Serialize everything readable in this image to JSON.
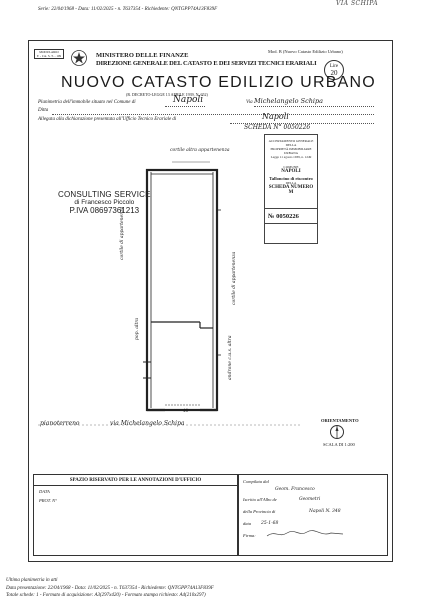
{
  "header": {
    "top_line": "Serie: 22/04/1968 - Data: 11/02/2025 - n. T637354 - Richiedente: QNTGPP74A13F839F",
    "corner_handwritten": "VIA SCHIPA",
    "ministry_box": "MODULARIO\nF. - Cat. S. T. - 109",
    "ministry_line1": "MINISTERO DELLE FINANZE",
    "ministry_line2": "DIREZIONE GENERALE DEL CATASTO E DEI SERVIZI TECNICI ERARIALI",
    "mod_label": "Mod. B (Nuovo Catasto Edilizio Urbano)",
    "lire_label": "Lire",
    "lire_value": "20",
    "main_title": "NUOVO CATASTO EDILIZIO URBANO",
    "decree": "(R. DECRETO-LEGGE 13 APRILE 1939, N. 652)",
    "planimetria_label": "Planimetria dell'immobile situato nel Comune di",
    "comune_value": "Napoli",
    "via_label": "Via",
    "via_value": "Michelangelo Schipa",
    "ditta_label": "Ditta",
    "allegata_label": "Allegata alla dichiarazione presentata all'Ufficio Tecnico Erariale di",
    "allegata_value": "Napoli",
    "scheda_handwritten": "SCHEDA N° 0050226",
    "orientamento": "ORIENTAMENTO",
    "scala": "SCALA DI 1:200"
  },
  "stamp": {
    "line1": "ACCERTAMENTO GENERALE DELLA",
    "line2": "PROPRIETÀ IMMOBILIARE URBANA",
    "line3": "Legge 11 agosto 1939, n. 1249",
    "comune_label": "COMUNE",
    "comune_value": "NAPOLI",
    "talloncino": "Talloncino di riscontro",
    "della": "DELLA",
    "scheda_numero": "SCHEDA NUMERO",
    "m": "M",
    "number": "№ 0050226"
  },
  "consulting": {
    "title": "CONSULTING SERVICE",
    "name": "di Francesco Piccolo",
    "piva": "P.IVA 08697361213"
  },
  "plan": {
    "top_label": "cortile  altra  appartenenza",
    "left_label": "cortile di appartenenza",
    "right_label": "cortile di appartenenza",
    "mid_left_label": "pop. altra",
    "mid_right_label": "androne c.u.s. altra",
    "height_marker": "46",
    "floor_label": "pianoterreno",
    "via_label": "via   Michelangelo   Schipa"
  },
  "bottom_left": {
    "title": "SPAZIO RISERVATO PER LE ANNOTAZIONI D'UFFICIO",
    "data_label": "DATA",
    "prot_label": "PROT. N°"
  },
  "bottom_right": {
    "compilata_label": "Compilata dal",
    "iscritto_label": "Iscritto all'Albo de",
    "della_label": "della Provincia di",
    "data_label": "data",
    "firma_label": "Firma:",
    "line1": "Geom. Francesco",
    "line2": "Geometri",
    "line3": "Napoli N. 348",
    "line4": "25-1-68"
  },
  "footer": {
    "line1": "Ultima planimetria in atti",
    "line2": "Data presentazione: 22/04/1968 - Data: 11/02/2025 - n. T637354 - Richiedente: QNTGPP74A13F839F",
    "line3": "Totale schede: 1 - Formato di acquisizione: A3(297x420) - Formato stampa richiesto: A4(210x297)"
  }
}
